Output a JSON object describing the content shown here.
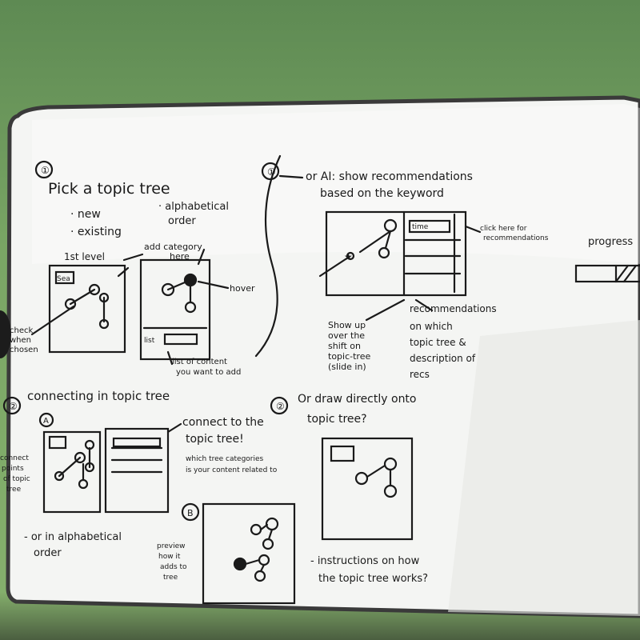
{
  "board": {
    "s1": {
      "num": "①",
      "title": "Pick a topic tree",
      "opt_new": "· new",
      "opt_existing": "· existing",
      "alpha": "· alphabetical",
      "alpha2": "order",
      "level": "1st level",
      "add_cat": "add category",
      "add_cat2": "here",
      "check1": "check",
      "check2": "when",
      "check3": "chosen",
      "search": "Sea",
      "hover": "hover",
      "list": "list",
      "bottom1": "list of content",
      "bottom2": "you want to add"
    },
    "s1b": {
      "num": "①",
      "title1": "or AI: show recommendations",
      "title2": "based on the keyword",
      "time": "time",
      "btn1": "click here for",
      "btn2": "recommendations",
      "star": "★",
      "left1": "Show up",
      "left2": "over the",
      "left3": "shift on",
      "left4": "topic-tree",
      "left5": "(slide in)",
      "right1": "recommendations",
      "right2": "on which",
      "right3": "topic tree &",
      "right4": "description of",
      "right5": "recs",
      "progress": "progress"
    },
    "s2": {
      "num": "②",
      "title": "connecting in topic tree",
      "a": "A",
      "b": "B",
      "connect1": "connect to the",
      "connect2": "topic tree!",
      "connect3": "which tree categories",
      "connect4": "is your content related to",
      "left1": "connect",
      "left2": "points",
      "left3": "of topic",
      "left4": "tree",
      "alpha1": "- or in alphabetical",
      "alpha2": "order",
      "prev1": "preview",
      "prev2": "how it",
      "prev3": "adds to",
      "prev4": "tree"
    },
    "s2b": {
      "num": "②",
      "title1": "Or draw directly onto",
      "title2": "topic tree?",
      "inst1": "- instructions on how",
      "inst2": "the topic tree works?"
    }
  }
}
